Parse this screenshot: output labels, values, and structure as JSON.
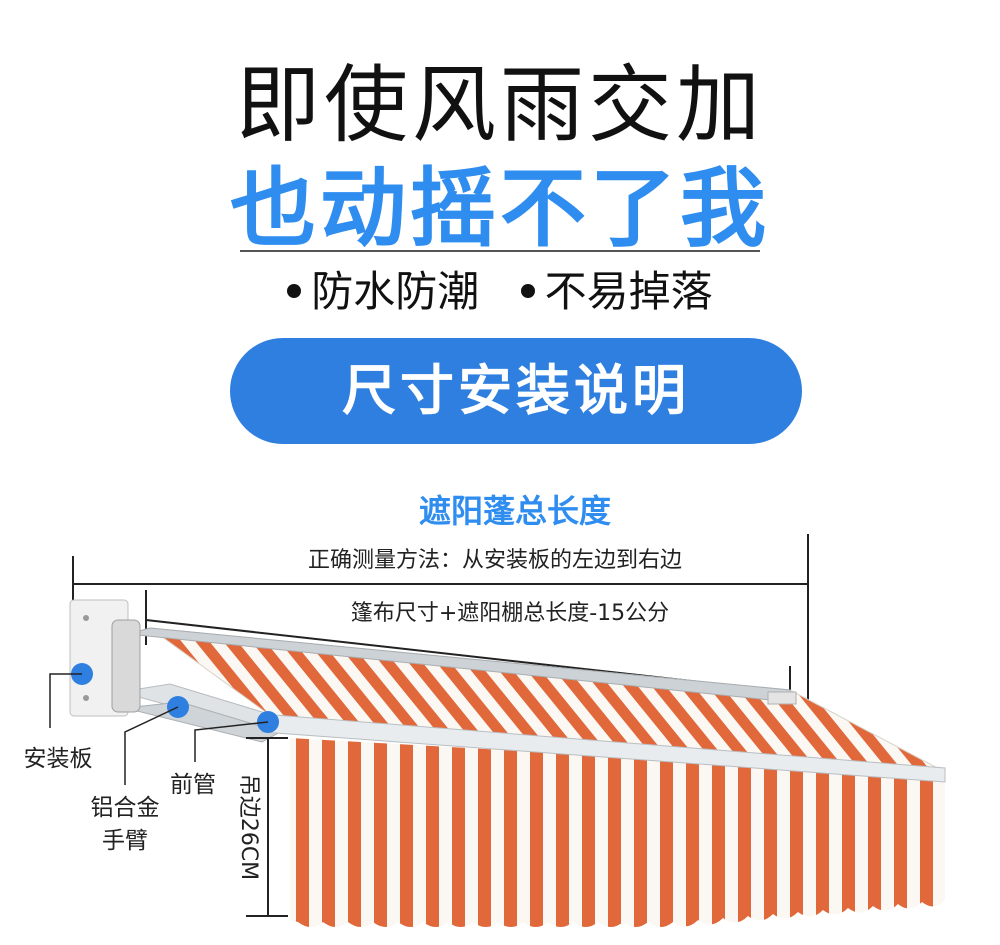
{
  "headline": {
    "line1": "即使风雨交加",
    "line2": "也动摇不了我"
  },
  "features": [
    "防水防潮",
    "不易掉落"
  ],
  "section_button": "尺寸安装说明",
  "diagram": {
    "title": "遮阳蓬总长度",
    "measure_method": "正确测量方法：从安装板的左边到右边",
    "fabric_size": "篷布尺寸+遮阳棚总长度-15公分",
    "labels": {
      "mount_plate": "安装板",
      "arm_line1": "铝合金",
      "arm_line2": "手臂",
      "front_tube": "前管",
      "valance": "吊边26CM"
    },
    "colors": {
      "accent": "#2f8df0",
      "stripe_orange": "#e0683a",
      "stripe_white": "#fbf7f2",
      "marker": "#2f7fe0"
    }
  }
}
